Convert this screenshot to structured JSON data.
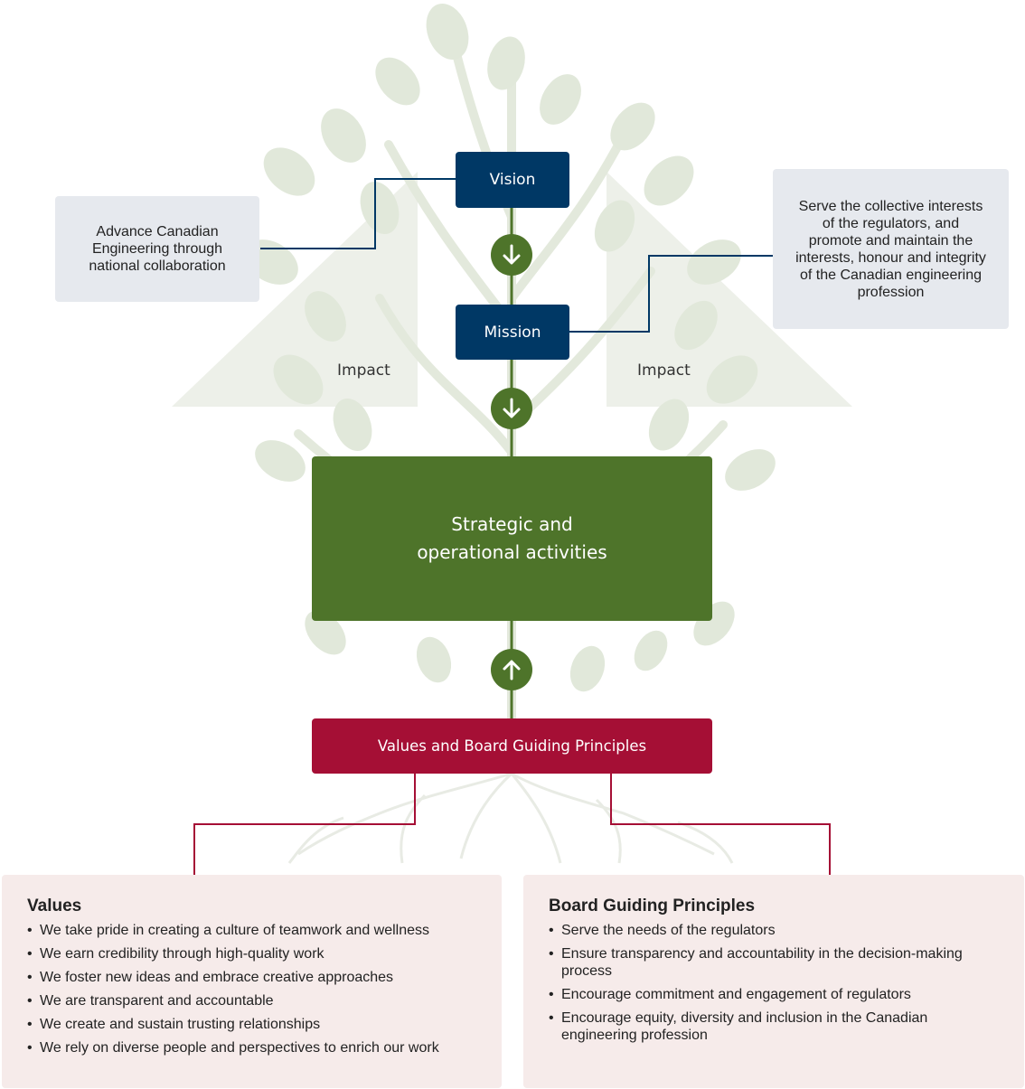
{
  "vision": {
    "label": "Vision"
  },
  "mission": {
    "label": "Mission"
  },
  "vision_statement": "Advance Canadian Engineering through national collaboration",
  "mission_statement": "Serve the collective interests of the regulators, and promote and maintain the interests, honour and integrity of the Canadian engineering profession",
  "impact_left": "Impact",
  "impact_right": "Impact",
  "activities": {
    "line1": "Strategic and",
    "line2": "operational activities"
  },
  "foundation": "Values and Board Guiding Principles",
  "values": {
    "title": "Values",
    "items": [
      "We take pride in creating a culture of teamwork and wellness",
      "We earn credibility through high-quality work",
      "We foster new ideas and embrace creative approaches",
      "We are transparent and accountable",
      "We create and sustain trusting relationships",
      "We rely on diverse people and perspectives to enrich our work"
    ]
  },
  "board": {
    "title": "Board Guiding Principles",
    "items": [
      "Serve the needs of the regulators",
      "Ensure transparency and accountability in the decision-making process",
      "Encourage commitment and engagement of regulators",
      "Encourage equity, diversity and inclusion in the Canadian engineering profession"
    ]
  },
  "colors": {
    "navy": "#003865",
    "green": "#4e742a",
    "red": "#a50f35",
    "grey_box": "#e6e9ee",
    "pink_panel": "#f6ebea"
  },
  "icons": {
    "down_arrow": "arrow-down-icon",
    "up_arrow": "arrow-up-icon"
  }
}
